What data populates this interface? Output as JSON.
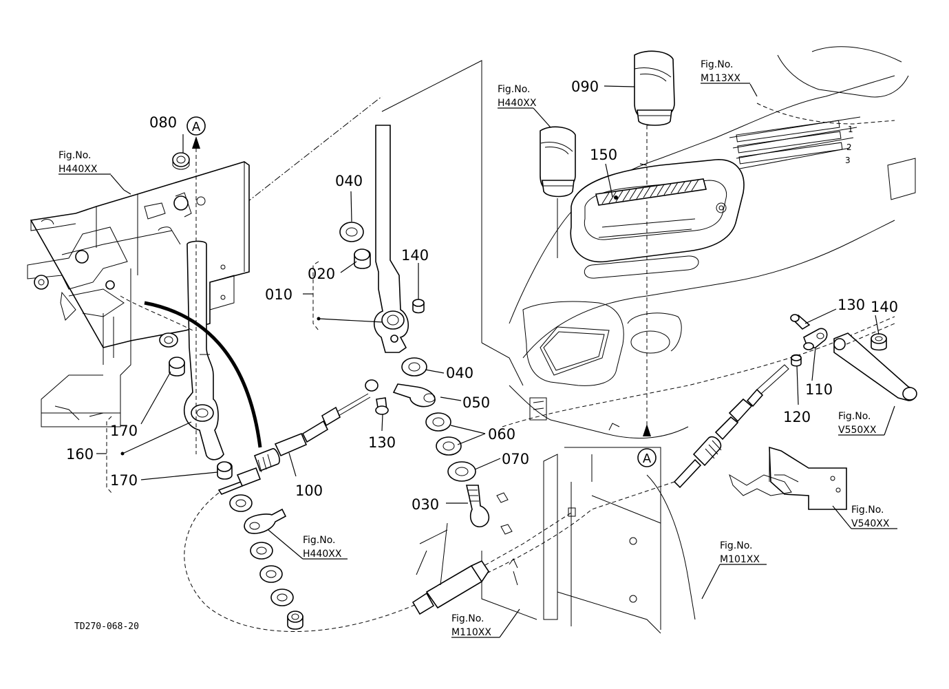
{
  "part_labels": {
    "p010": "010",
    "p020": "020",
    "p030": "030",
    "p040a": "040",
    "p040b": "040",
    "p050": "050",
    "p060": "060",
    "p070": "070",
    "p080": "080",
    "p090": "090",
    "p100": "100",
    "p110": "110",
    "p120": "120",
    "p130a": "130",
    "p130b": "130",
    "p140a": "140",
    "p140b": "140",
    "p150": "150",
    "p160": "160",
    "p170a": "170",
    "p170b": "170"
  },
  "figure_refs": {
    "fig_caption": "Fig.No.",
    "h440_left": "H440XX",
    "h440_top": "H440XX",
    "h440_bottom": "H440XX",
    "m113": "M113XX",
    "v550": "V550XX",
    "v540": "V540XX",
    "m101": "M101XX",
    "m110": "M110XX"
  },
  "markers": {
    "a_top": "A",
    "a_bottom": "A"
  },
  "gate_numbers": [
    "1",
    "2",
    "3"
  ],
  "drawing_code": "TD270-068-20"
}
